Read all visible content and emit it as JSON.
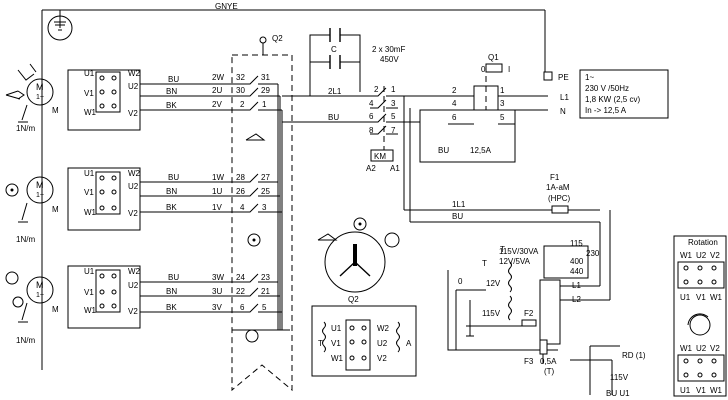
{
  "top": {
    "gnye": "GNYE",
    "q2": "Q2",
    "c": "C",
    "cap": "2 x 30mF",
    "cap_v": "450V",
    "q1": "Q1",
    "q1_0": "0",
    "q1_i": "I",
    "pe": "PE",
    "l1": "L1",
    "n": "N",
    "l2_1": "2L1",
    "bu_top": "BU",
    "km": "KM",
    "a2": "A2",
    "a1": "A1",
    "rating": "12,5A",
    "bu_box": "BU"
  },
  "supply": {
    "line1": "1~",
    "line2": "230 V /50Hz",
    "line3": "1,8 KW (2,5 cv)",
    "line4": "In -> 12,5 A"
  },
  "motors": {
    "m": "M",
    "one": "1~",
    "torque": "1N/m",
    "terms": {
      "u1": "U1",
      "v1": "V1",
      "w1": "W1",
      "w2": "W2",
      "u2": "U2",
      "v2": "V2"
    },
    "rows": [
      {
        "bu": "BU",
        "bn": "BN",
        "bk": "BK",
        "c1": "2W",
        "c2": "2U",
        "c3": "2V",
        "a1": "32",
        "a2": "30",
        "a3": "2",
        "b1": "31",
        "b2": "29",
        "b3": "1"
      },
      {
        "bu": "BU",
        "bn": "BN",
        "bk": "BK",
        "c1": "1W",
        "c2": "1U",
        "c3": "1V",
        "a1": "28",
        "a2": "26",
        "a3": "4",
        "b1": "27",
        "b2": "25",
        "b3": "3"
      },
      {
        "bu": "BU",
        "bn": "BN",
        "bk": "BK",
        "c1": "3W",
        "c2": "3U",
        "c3": "3V",
        "a1": "24",
        "a2": "22",
        "a3": "6",
        "b1": "23",
        "b2": "21",
        "b3": "5"
      }
    ]
  },
  "contacts": {
    "n1": "1",
    "n2": "2",
    "n3": "3",
    "n4": "4",
    "n5": "5",
    "n6": "6",
    "n7": "7",
    "n8": "8"
  },
  "switch": {
    "q2": "Q2"
  },
  "fuse": {
    "f1": "F1",
    "rating": "1A-aM",
    "hpc": "(HPC)",
    "l1": "1L1",
    "bu": "BU"
  },
  "transformer": {
    "t": "T",
    "r1": "115V/30VA",
    "r2": "12V/5VA",
    "v115": "115",
    "v230": "230",
    "v400": "400",
    "v440": "440",
    "v0": "0",
    "v12": "12V",
    "v115b": "115V",
    "l1": "L1",
    "l2": "L2",
    "f2": "F2",
    "f3": "F3",
    "f3r": "0,5A",
    "f3t": "(T)",
    "rd": "RD  (1)",
    "v115c": "115V",
    "bu_u1": "BU  U1"
  },
  "ta": {
    "t": "T",
    "a": "A",
    "u1": "U1",
    "v1": "V1",
    "w1": "W1",
    "w2": "W2",
    "u2": "U2",
    "v2": "V2"
  },
  "rotation": {
    "title": "Rotation",
    "w1": "W1",
    "u2": "U2",
    "v2": "V2",
    "u1": "U1",
    "v1": "V1",
    "w1b": "W1"
  }
}
